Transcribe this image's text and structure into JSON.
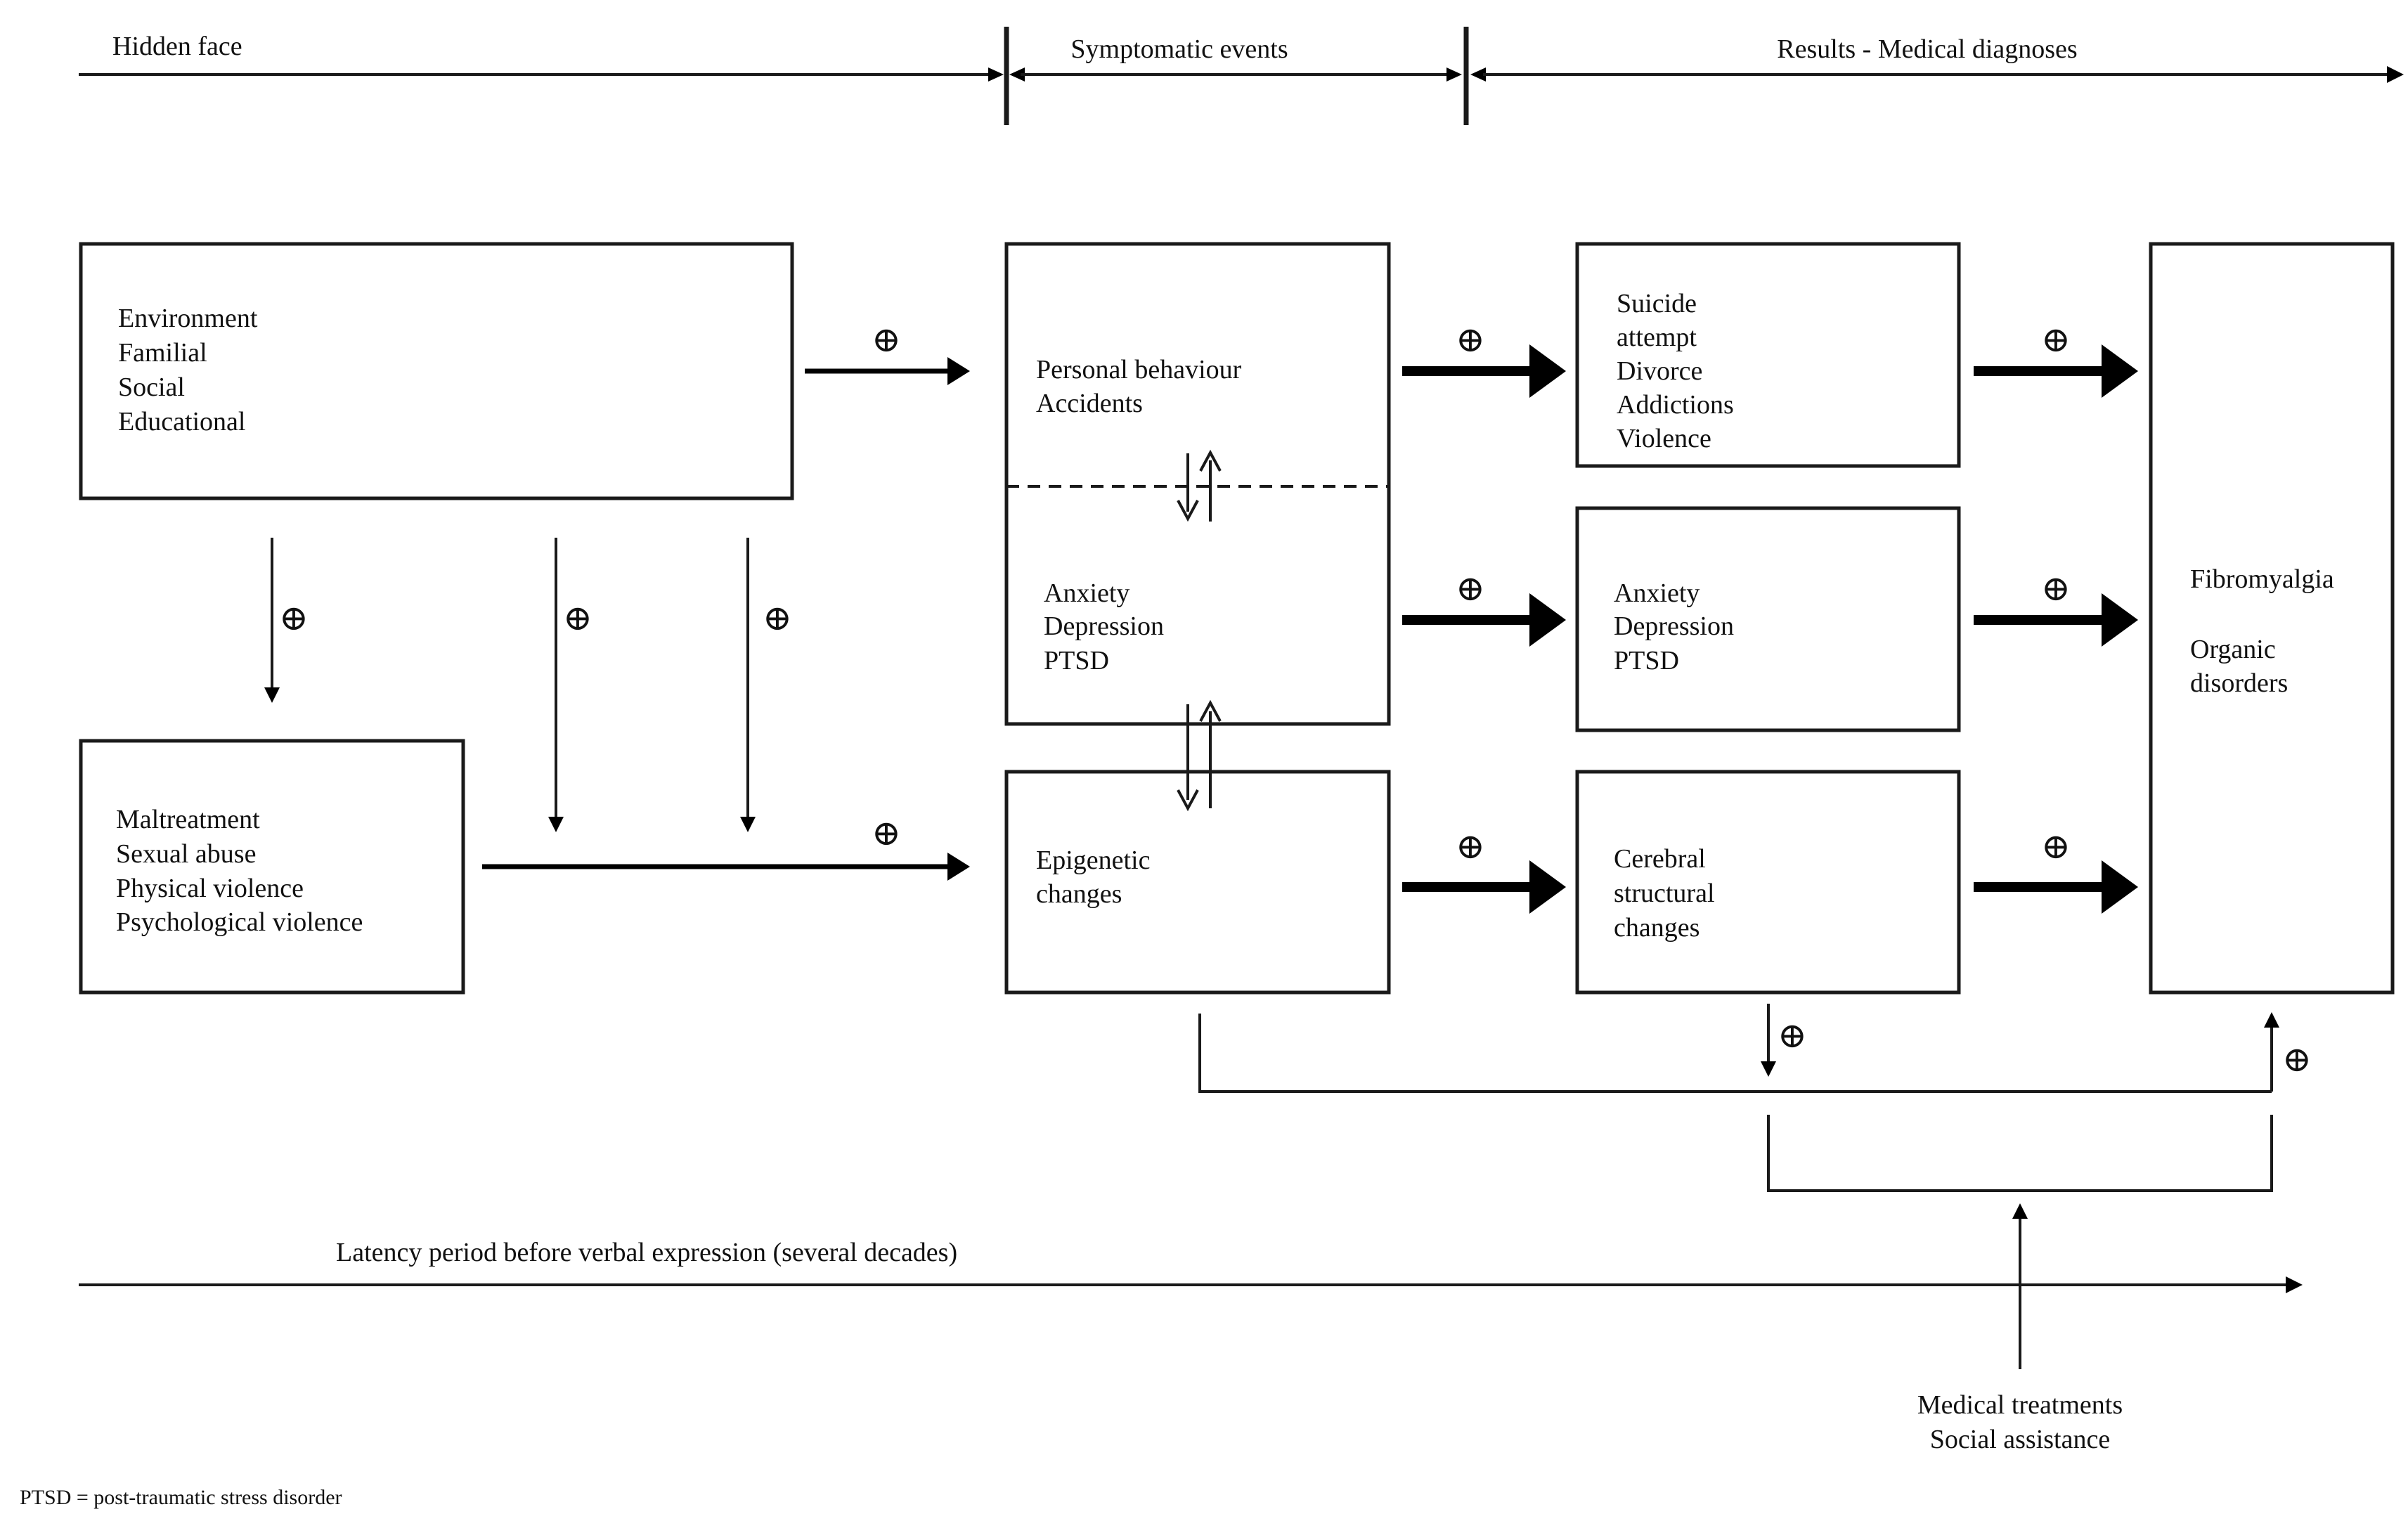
{
  "timeline": {
    "hidden_face": "Hidden face",
    "symptomatic_events": "Symptomatic events",
    "results": "Results - Medical diagnoses",
    "latency": "Latency period before verbal expression (several decades)"
  },
  "boxes": {
    "environment": [
      "Environment",
      "Familial",
      "Social",
      "Educational"
    ],
    "maltreatment": [
      "Maltreatment",
      "Sexual abuse",
      "Physical violence",
      "Psychological violence"
    ],
    "personal": [
      "Personal behaviour",
      "Accidents"
    ],
    "anxiety_mid": [
      "Anxiety",
      "Depression",
      "PTSD"
    ],
    "epigenetic": [
      "Epigenetic",
      "changes"
    ],
    "suicide": [
      "Suicide",
      "attempt",
      "Divorce",
      "Addictions",
      "Violence"
    ],
    "anxiety_right": [
      "Anxiety",
      "Depression",
      "PTSD"
    ],
    "cerebral": [
      "Cerebral",
      "structural",
      "changes"
    ],
    "fibro": [
      "Fibromyalgia",
      "",
      "Organic",
      "disorders"
    ]
  },
  "treatment": [
    "Medical treatments",
    "Social assistance"
  ],
  "plus_symbol": "⊕",
  "footnote": "PTSD = post-traumatic stress disorder"
}
